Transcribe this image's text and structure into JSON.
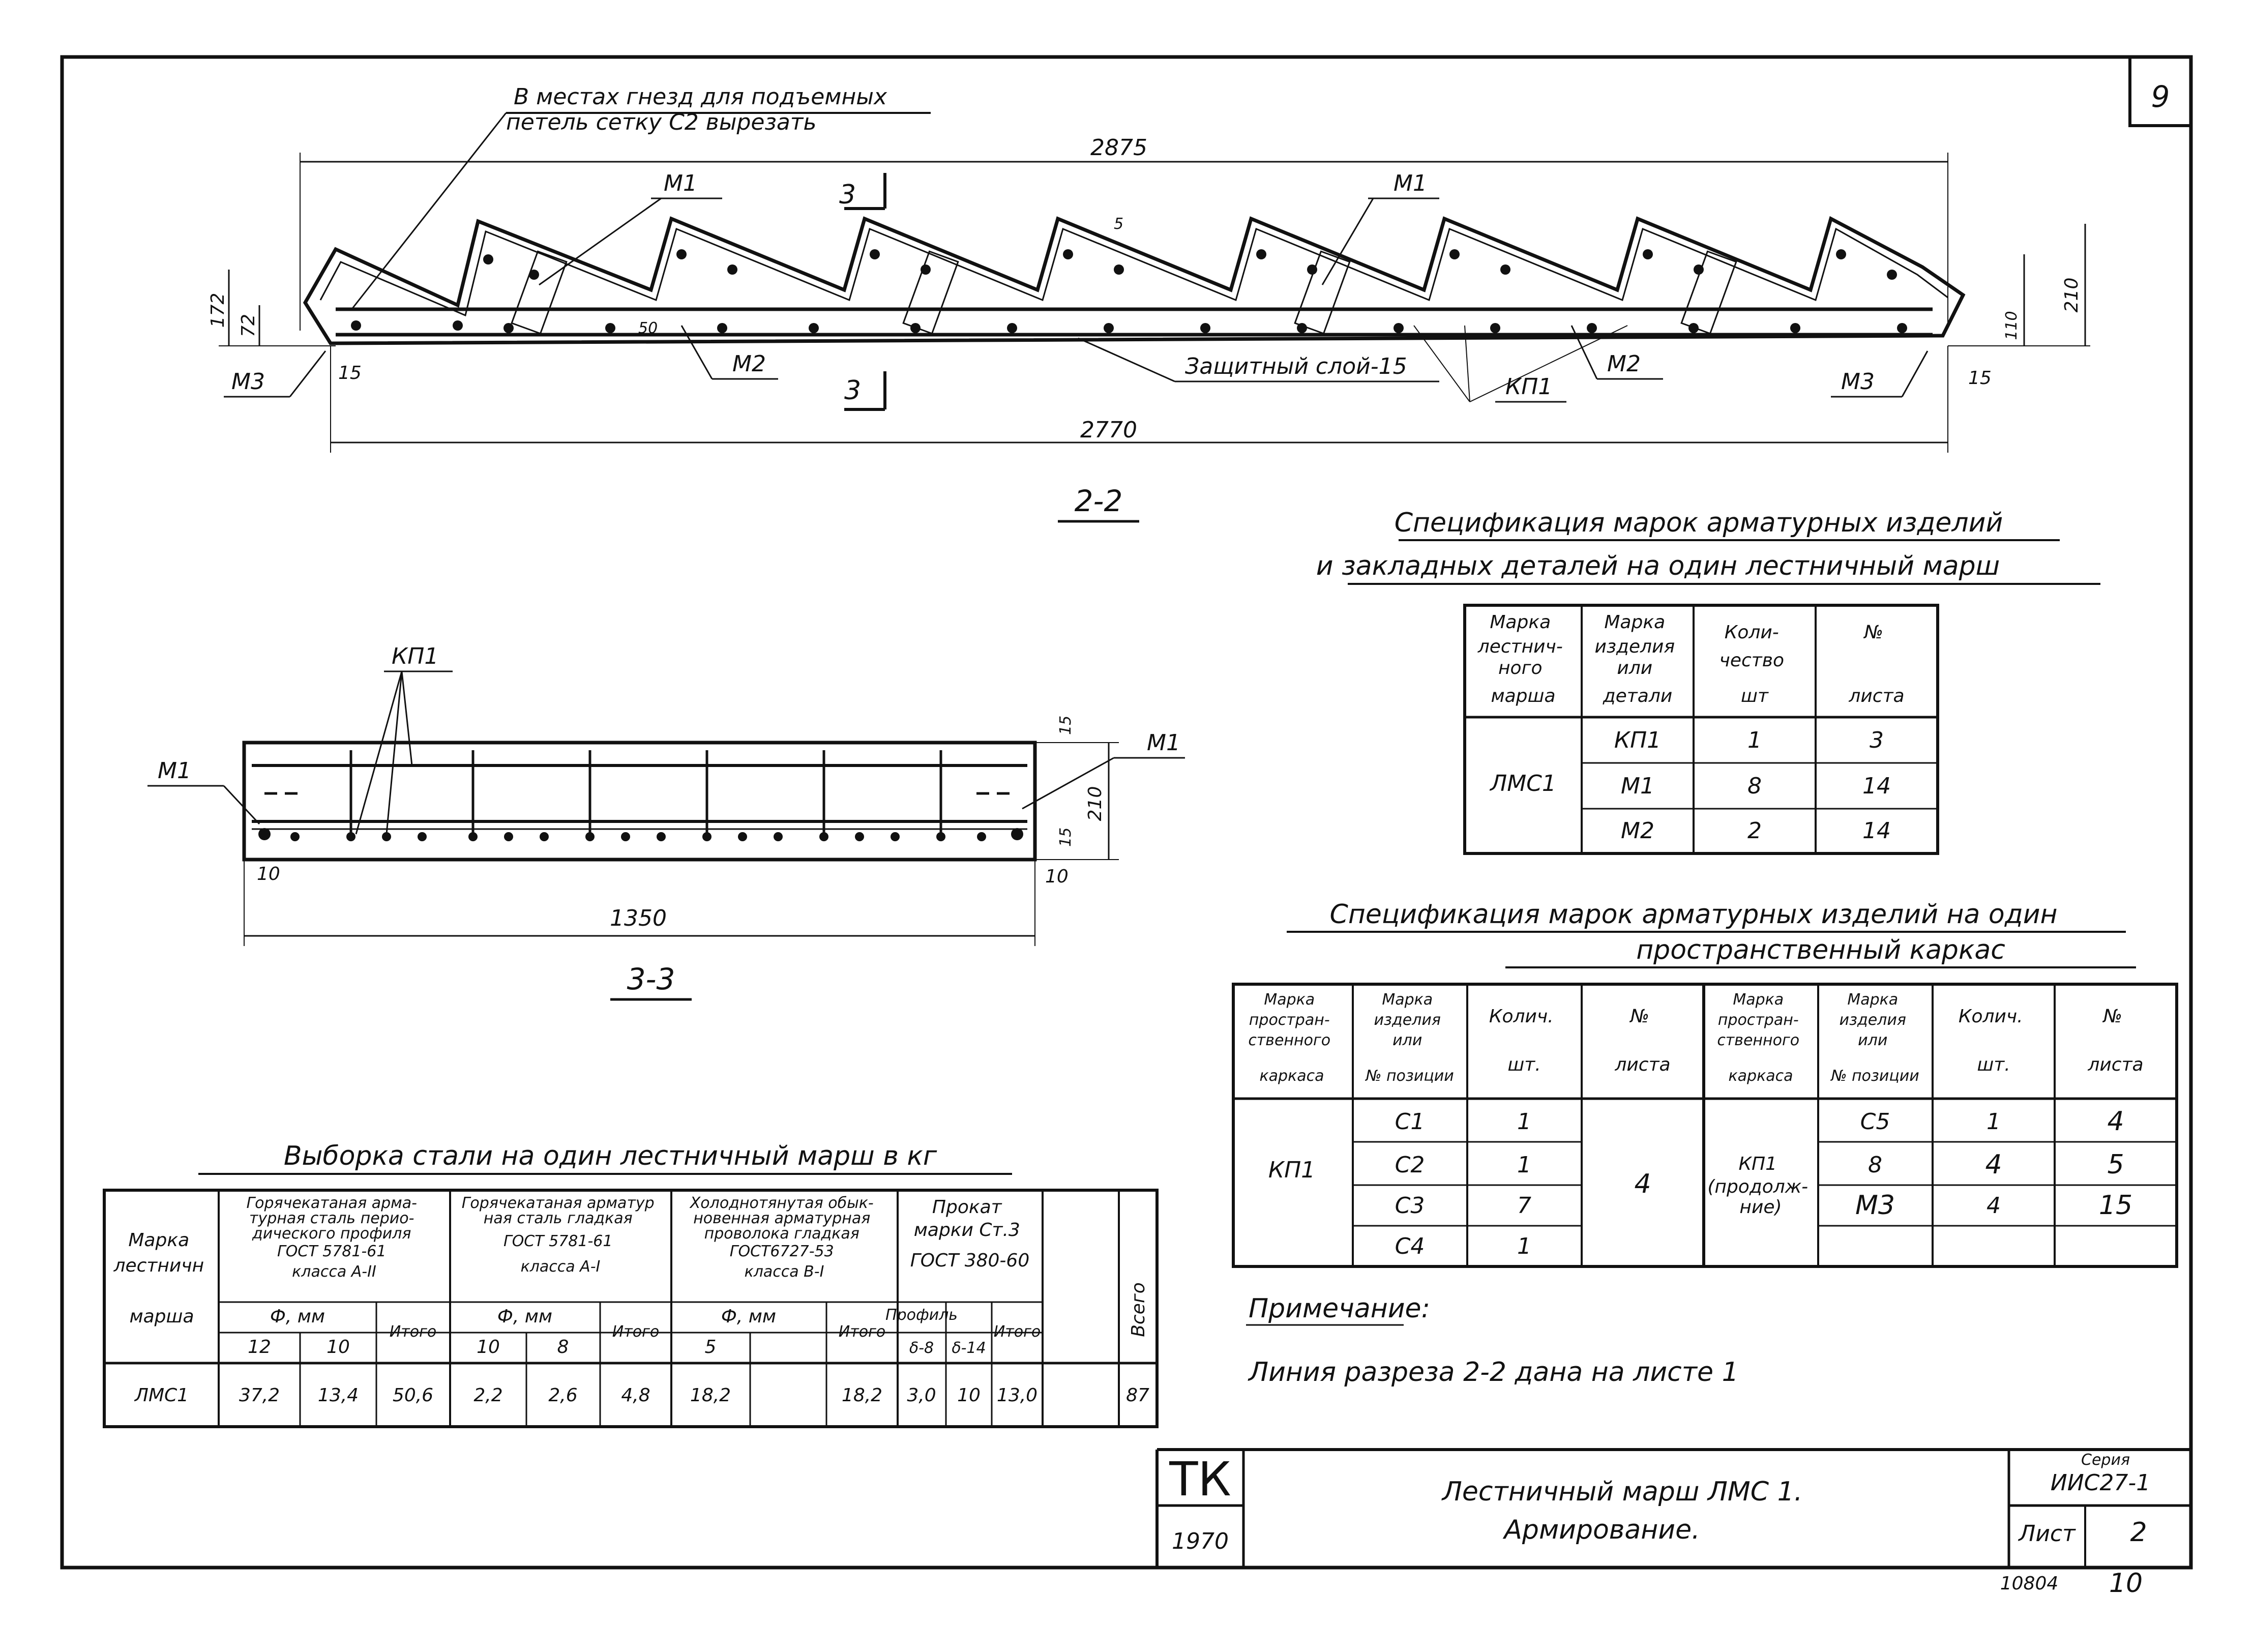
{
  "sheet": {
    "number": "9",
    "footer_left": "10804",
    "footer_right": "10"
  },
  "section22": {
    "note_line1": "В местах гнезд для подъемных",
    "note_line2": "петель сетку С2 вырезать",
    "dim_top": "2875",
    "dim_bottom": "2770",
    "dim_left_total": "172",
    "dim_left_inner": "72",
    "dim_right_total": "210",
    "dim_right_inner": "110",
    "dim_small_left": "15",
    "dim_small_right": "15",
    "dim_50": "50",
    "dim_5": "5",
    "cut_mark": "3",
    "label_m1": "М1",
    "label_m2": "М2",
    "label_m3": "М3",
    "label_kp1": "КП1",
    "label_cover": "Защитный слой-15",
    "title": "2-2"
  },
  "section33": {
    "label_kp1": "КП1",
    "label_m1": "М1",
    "dim_total": "1350",
    "dim_left": "10",
    "dim_right": "10",
    "dim_height": "210",
    "dim_15a": "15",
    "dim_15b": "15",
    "title": "3-3"
  },
  "spec1": {
    "title_line1": "Спецификация марок арматурных изделий",
    "title_line2": "и закладных деталей на один лестничный марш",
    "headers": [
      [
        "Марка",
        "лестнич-",
        "ного",
        "марша"
      ],
      [
        "Марка",
        "изделия",
        "или",
        "детали"
      ],
      [
        "Коли-",
        "чество",
        "шт"
      ],
      [
        "№",
        "листа"
      ]
    ],
    "mark": "ЛМС1",
    "rows": [
      {
        "item": "КП1",
        "qty": "1",
        "sheet": "3"
      },
      {
        "item": "М1",
        "qty": "8",
        "sheet": "14"
      },
      {
        "item": "М2",
        "qty": "2",
        "sheet": "14"
      }
    ]
  },
  "spec2": {
    "title_line1": "Спецификация марок арматурных изделий на один",
    "title_line2": "пространственный каркас",
    "headers": [
      [
        "Марка",
        "простран-",
        "ственного",
        "каркаса"
      ],
      [
        "Марка",
        "изделия",
        "или",
        "№ позиции"
      ],
      [
        "Колич.",
        "шт."
      ],
      [
        "№",
        "листа"
      ]
    ],
    "left_mark": "КП1",
    "left_sheet": "4",
    "left_rows": [
      {
        "item": "С1",
        "qty": "1"
      },
      {
        "item": "С2",
        "qty": "1"
      },
      {
        "item": "С3",
        "qty": "7"
      },
      {
        "item": "С4",
        "qty": "1"
      }
    ],
    "right_mark1": "КП1",
    "right_mark2": "(продолж-",
    "right_mark3": "ние)",
    "right_rows": [
      {
        "item": "С5",
        "qty": "1",
        "sheet": "4"
      },
      {
        "item": "8",
        "qty": "4",
        "sheet": "5"
      },
      {
        "item": "М3",
        "qty": "4",
        "sheet": "15"
      }
    ]
  },
  "steel": {
    "title": "Выборка стали на один лестничный марш в кг",
    "h_mark": [
      "Марка",
      "лестничн",
      "марша"
    ],
    "g1": [
      "Горячекатаная арма-",
      "турная сталь перио-",
      "дического профиля",
      "ГОСТ 5781-61",
      "класса А-II"
    ],
    "g2": [
      "Горячекатаная арматур",
      "ная сталь гладкая",
      "ГОСТ 5781-61",
      "класса А-I"
    ],
    "g3": [
      "Холоднотянутая обык-",
      "новенная арматурная",
      "проволока гладкая",
      "ГОСТ6727-53",
      "класса В-I"
    ],
    "g4": [
      "Прокат",
      "марки Ст.3",
      "ГОСТ 380-60"
    ],
    "phi": "Ф, мм",
    "itogo": "Итого",
    "profile": "Профиль",
    "d1": "δ-8",
    "d2": "δ-14",
    "vsego": "Всего",
    "sub": [
      "12",
      "10",
      "10",
      "8",
      "5"
    ],
    "row": {
      "mark": "ЛМС1",
      "a12": "37,2",
      "a10": "13,4",
      "a_tot": "50,6",
      "b10": "2,2",
      "b8": "2,6",
      "b_tot": "4,8",
      "c5": "18,2",
      "c_empty": "",
      "c_tot": "18,2",
      "p8": "3,0",
      "p14": "10",
      "p_tot": "13,0",
      "blank": "",
      "total": "87"
    }
  },
  "note": {
    "heading": "Примечание:",
    "text": "Линия разреза 2-2 дана на листе 1"
  },
  "stamp": {
    "org": "ТК",
    "year": "1970",
    "title1": "Лестничный марш ЛМС 1.",
    "title2": "Армирование.",
    "series_label": "Серия",
    "series": "ИИС27-1",
    "list_label": "Лист",
    "list_no": "2"
  }
}
